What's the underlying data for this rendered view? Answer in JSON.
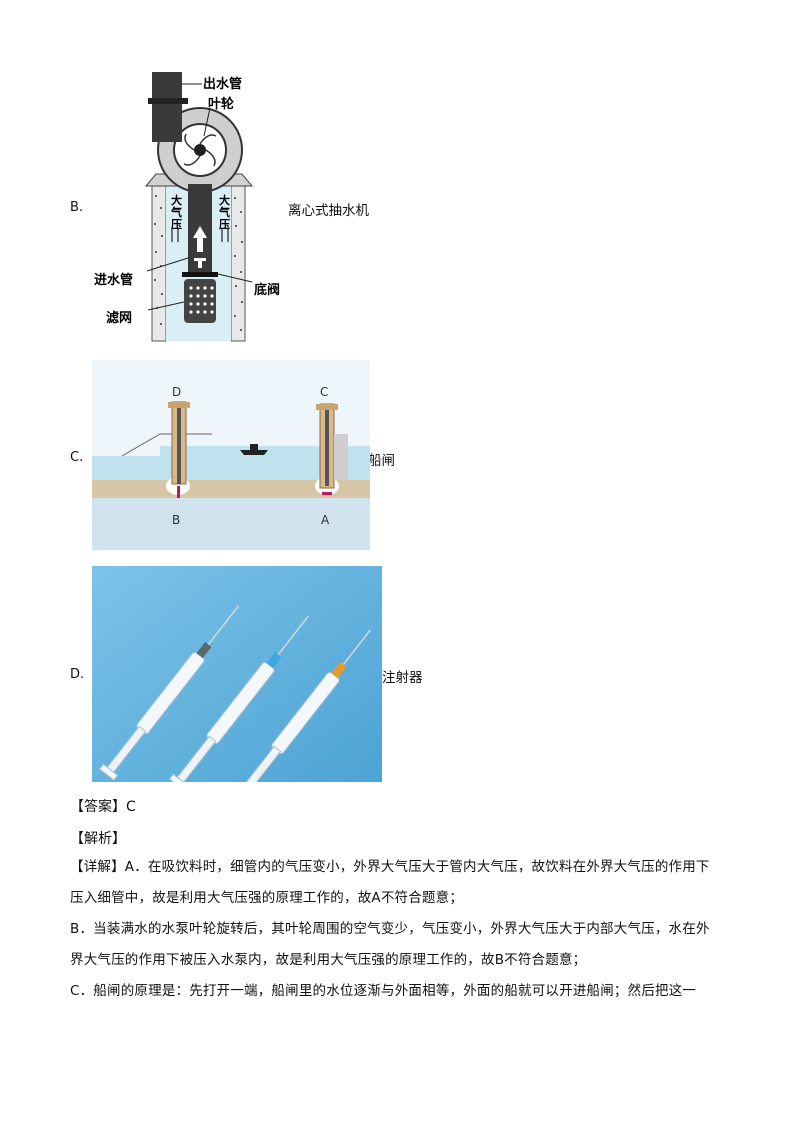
{
  "option_b": {
    "letter": "B.",
    "caption": "离心式抽水机",
    "labels": {
      "outlet_pipe": "出水管",
      "impeller": "叶轮",
      "atm_left": [
        "大",
        "气",
        "压"
      ],
      "atm_right": [
        "大",
        "气",
        "压"
      ],
      "inlet_pipe": "进水管",
      "bottom_valve": "底阀",
      "filter": "滤网"
    }
  },
  "option_c": {
    "letter": "C.",
    "caption": "船闸",
    "labels": {
      "gate_d": "D",
      "gate_c": "C",
      "valve_b": "B",
      "valve_a": "A"
    }
  },
  "option_d": {
    "letter": "D.",
    "caption": "注射器"
  },
  "answer": {
    "tag": "【答案】",
    "value": "C"
  },
  "analysis": {
    "tag": "【解析】",
    "p1": "【详解】A．在吸饮料时，细管内的气压变小，外界大气压大于管内大气压，故饮料在外界大气压的作用下压入细管中，故是利用大气压强的原理工作的，故A不符合题意；",
    "p2": "B．当装满水的水泵叶轮旋转后，其叶轮周围的空气变少，气压变小，外界大气压大于内部大气压，水在外界大气压的作用下被压入水泵内，故是利用大气压强的原理工作的，故B不符合题意；",
    "p3": "C．船闸的原理是：先打开一端，船闸里的水位逐渐与外面相等，外面的船就可以开进船闸；然后把这一"
  },
  "colors": {
    "pipe_dark": "#3a3a3a",
    "water_light": "#d9eef5",
    "lock_water": "#bfe3ee",
    "lock_sky": "#eef6fb",
    "valve_red": "#c2185b",
    "syringe_bg": "#5fb2de"
  }
}
